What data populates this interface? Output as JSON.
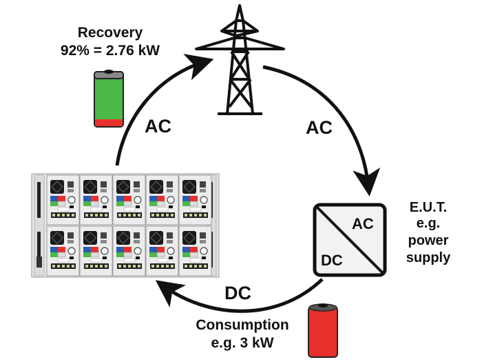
{
  "recovery": {
    "title": "Recovery",
    "value": "92% = 2.76 kW",
    "battery_charge_percent": 92,
    "battery_color": "#4db848"
  },
  "grid": {
    "icon": "power-pylon-icon"
  },
  "arrows": {
    "left_upper": "AC",
    "right_upper": "AC",
    "bottom": "DC"
  },
  "eut": {
    "box_top_label": "AC",
    "box_bottom_label": "DC",
    "line1": "E.U.T.",
    "line2": "e.g.",
    "line3": "power",
    "line4": "supply"
  },
  "consumption": {
    "title": "Consumption",
    "value": "e.g. 3 kW",
    "battery_color": "#e8302c"
  },
  "device": {
    "name": "electronic-load-rack",
    "modules": 10
  },
  "colors": {
    "green": "#4db848",
    "red": "#e8302c",
    "blue": "#2a5db0",
    "dark": "#111111"
  }
}
